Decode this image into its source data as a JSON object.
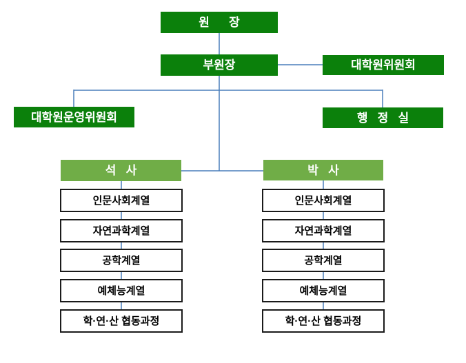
{
  "org": {
    "nodes": {
      "director": "원      장",
      "vice_director": "부원장",
      "grad_committee": "대학원위원회",
      "steering_committee": "대학원운영위원회",
      "admin_office": "행   정   실",
      "masters": "석   사",
      "doctoral": "박   사"
    },
    "masters_tracks": [
      "인문사회계열",
      "자연과학계열",
      "공학계열",
      "예체능계열",
      "학·연·산 협동과정"
    ],
    "doctoral_tracks": [
      "인문사회계열",
      "자연과학계열",
      "공학계열",
      "예체능계열",
      "학·연·산 협동과정"
    ],
    "colors": {
      "dark_green": "#0B800B",
      "light_green": "#70AD47",
      "connector": "#4A7EBB",
      "box_border": "#1A1A1A"
    }
  }
}
